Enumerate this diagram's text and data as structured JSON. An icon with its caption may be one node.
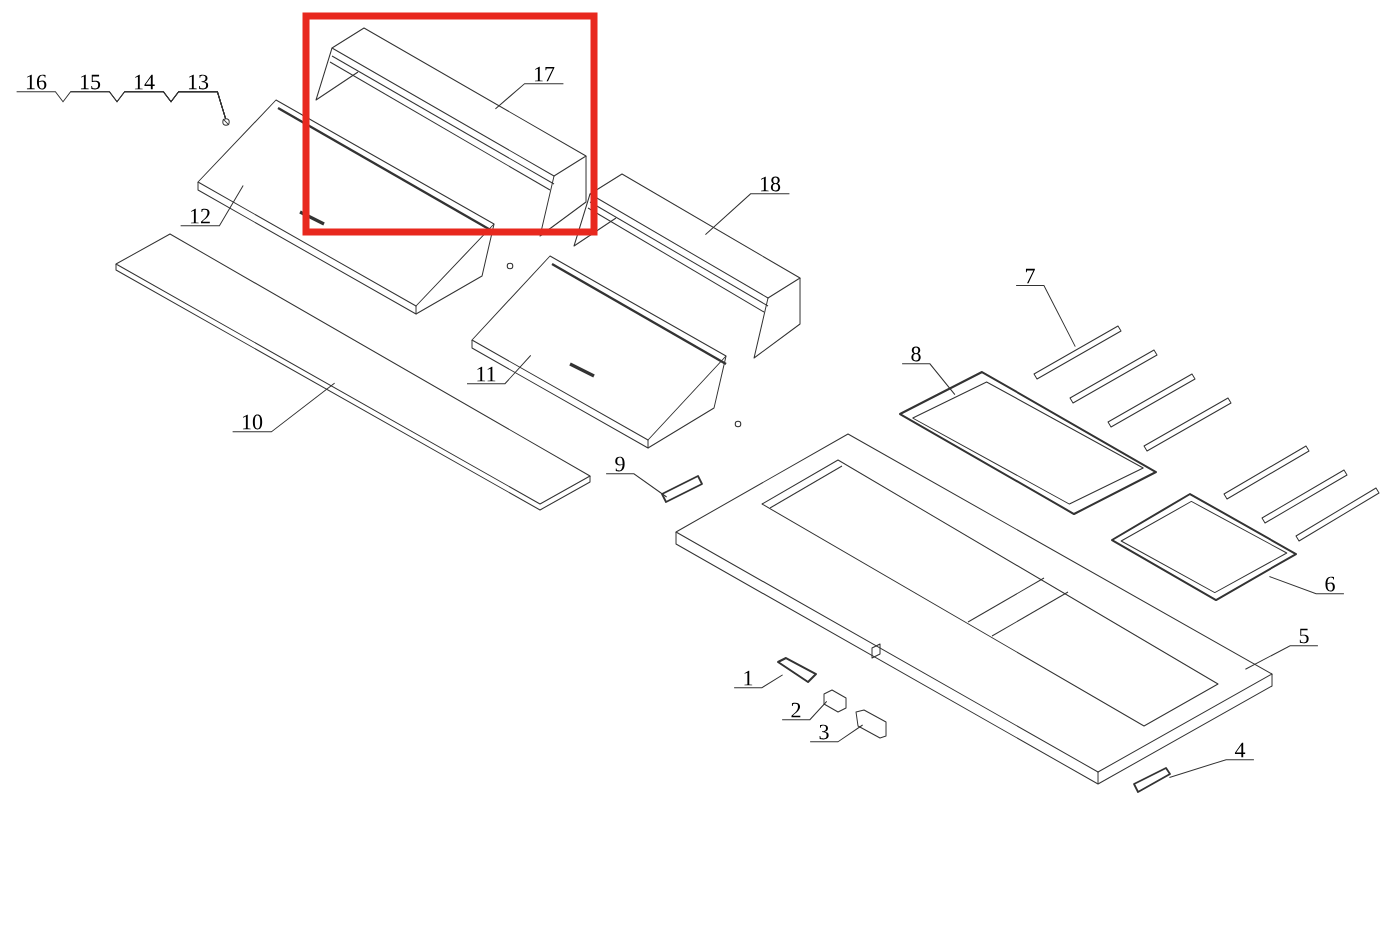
{
  "diagram": {
    "nodes": [
      {
        "text": [
          "16"
        ]
      },
      {
        "text": [
          "15"
        ]
      },
      {
        "text": [
          "14"
        ]
      },
      {
        "text": [
          "13"
        ]
      },
      {
        "text": [
          "17"
        ]
      },
      {
        "text": [
          "12"
        ]
      },
      {
        "text": [
          "18"
        ]
      },
      {
        "text": [
          "7"
        ]
      },
      {
        "text": [
          "8"
        ]
      },
      {
        "text": [
          "11"
        ]
      },
      {
        "text": [
          "10"
        ]
      },
      {
        "text": [
          "9"
        ]
      },
      {
        "text": [
          "6"
        ]
      },
      {
        "text": [
          "5"
        ]
      },
      {
        "text": [
          "1"
        ]
      },
      {
        "text": [
          "2"
        ]
      },
      {
        "text": [
          "3"
        ]
      },
      {
        "text": [
          "4"
        ]
      },
      {
        "text": [],
        "shape": "picture"
      },
      {
        "text": [],
        "shape": "picture"
      },
      {
        "text": [],
        "shape": "picture"
      },
      {
        "text": [],
        "shape": "picture"
      },
      {
        "text": [],
        "shape": "picture"
      },
      {
        "text": [],
        "shape": "picture"
      },
      {
        "text": [],
        "shape": "picture"
      },
      {
        "text": [],
        "shape": "picture"
      },
      {
        "text": [],
        "shape": "picture"
      },
      {
        "text": [],
        "shape": "picture"
      },
      {
        "text": [],
        "shape": "picture"
      },
      {
        "text": [],
        "shape": "picture"
      },
      {
        "text": [],
        "shape": "picture"
      },
      {
        "text": [],
        "shape": "picture"
      },
      {
        "text": [],
        "shape": "picture"
      }
    ],
    "edges": [
      {
        "from": 0,
        "to": 18,
        "arrow": "none"
      },
      {
        "from": 1,
        "to": 18,
        "arrow": "none"
      },
      {
        "from": 2,
        "to": 18,
        "arrow": "none"
      },
      {
        "from": 3,
        "to": 18,
        "arrow": "none"
      },
      {
        "from": 4,
        "to": 19,
        "arrow": "none"
      },
      {
        "from": 5,
        "to": 20,
        "arrow": "none"
      },
      {
        "from": 6,
        "to": 21,
        "arrow": "none"
      },
      {
        "from": 7,
        "to": 22,
        "arrow": "none"
      },
      {
        "from": 8,
        "to": 23,
        "arrow": "none"
      },
      {
        "from": 9,
        "to": 24,
        "arrow": "none"
      },
      {
        "from": 10,
        "to": 25,
        "arrow": "none"
      },
      {
        "from": 11,
        "to": 26,
        "arrow": "none"
      },
      {
        "from": 12,
        "to": 27,
        "arrow": "none"
      },
      {
        "from": 13,
        "to": 28,
        "arrow": "none"
      },
      {
        "from": 14,
        "to": 29,
        "arrow": "none"
      },
      {
        "from": 15,
        "to": 30,
        "arrow": "none"
      },
      {
        "from": 16,
        "to": 31,
        "arrow": "none"
      },
      {
        "from": 17,
        "to": 32,
        "arrow": "none"
      }
    ]
  }
}
